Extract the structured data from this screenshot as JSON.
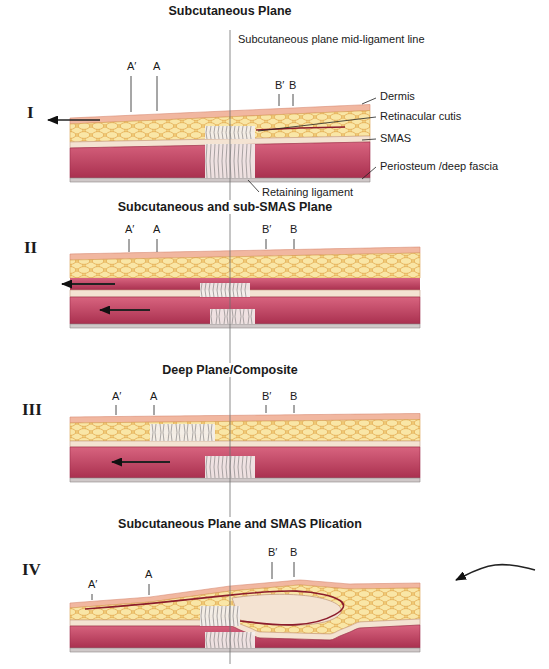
{
  "diagram": {
    "labels": [
      "Subcutaneous Plane",
      "Subcutaneous plane mid-ligament line",
      "A′",
      "A",
      "B′",
      "B",
      "Dermis",
      "I",
      "Retinacular cutis",
      "SMAS",
      "Periosteum /deep fascia",
      "Retaining ligament",
      "Subcutaneous and sub-SMAS Plane",
      "II",
      "A′",
      "A",
      "B′",
      "B",
      "Deep Plane/Composite",
      "III",
      "A′",
      "A",
      "B′",
      "B",
      "Subcutaneous Plane and SMAS Plication",
      "IV",
      "A′",
      "A",
      "B′",
      "B"
    ]
  }
}
